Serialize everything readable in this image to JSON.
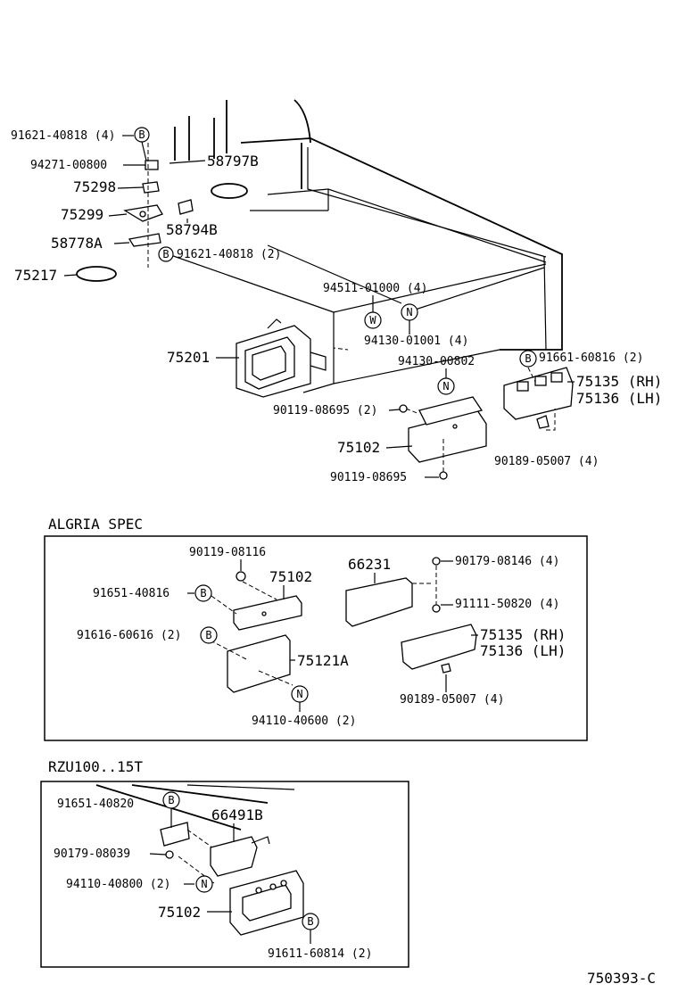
{
  "main": {
    "labels": [
      "91621-40818 (4)",
      "94271-00800",
      "58797B",
      "75298",
      "75299",
      "58794B",
      "58778A",
      "91621-40818 (2)",
      "75217",
      "94511-01000 (4)",
      "94130-01001 (4)",
      "75201",
      "94130-00802",
      "91661-60816 (2)",
      "75135 (RH)",
      "75136 (LH)",
      "90119-08695 (2)",
      "75102",
      "90189-05007 (4)",
      "90119-08695"
    ]
  },
  "algria": {
    "title": "ALGRIA SPEC",
    "labels": [
      "90119-08116",
      "75102",
      "66231",
      "90179-08146 (4)",
      "91651-40816",
      "91111-50820 (4)",
      "91616-60616 (2)",
      "75135 (RH)",
      "75136 (LH)",
      "75121A",
      "90189-05007 (4)",
      "94110-40600 (2)"
    ]
  },
  "rzu": {
    "title": "RZU100..15T",
    "labels": [
      "91651-40820",
      "66491B",
      "90179-08039",
      "94110-40800 (2)",
      "75102",
      "91611-60814 (2)"
    ]
  },
  "markers": {
    "b": "B",
    "n": "N",
    "w": "W"
  },
  "diagram_id": "750393-C"
}
